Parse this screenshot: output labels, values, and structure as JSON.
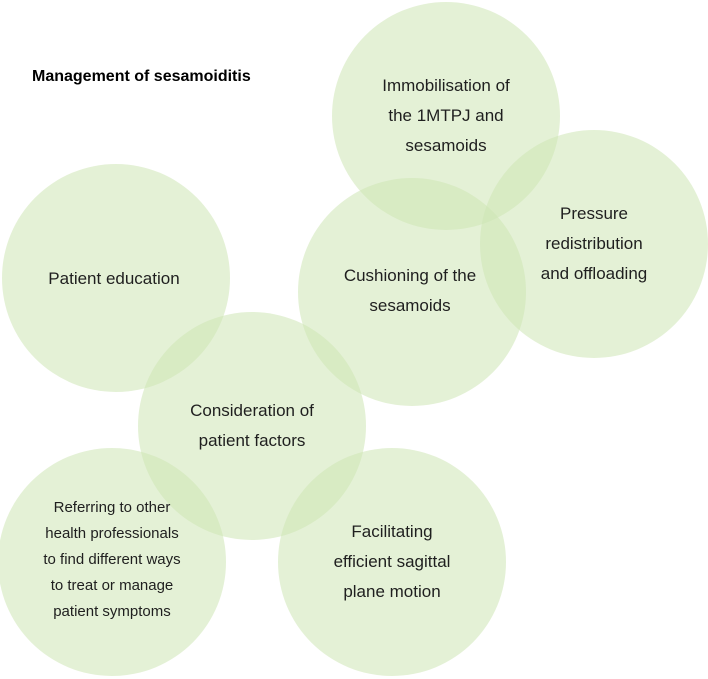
{
  "title": "Management of sesamoiditis",
  "nodes": [
    {
      "id": "immobilisation",
      "text": "Immobilisation of\nthe 1MTPJ and\nsesamoids"
    },
    {
      "id": "pressure",
      "text": "Pressure\nredistribution\nand offloading"
    },
    {
      "id": "cushioning",
      "text": "Cushioning of the\nsesamoids"
    },
    {
      "id": "education",
      "text": "Patient education"
    },
    {
      "id": "factors",
      "text": "Consideration of\npatient factors"
    },
    {
      "id": "referring",
      "text": "Referring to other\nhealth professionals\nto find different ways\nto treat or manage\npatient symptoms"
    },
    {
      "id": "facilitating",
      "text": "Facilitating\nefficient sagittal\nplane motion"
    }
  ]
}
